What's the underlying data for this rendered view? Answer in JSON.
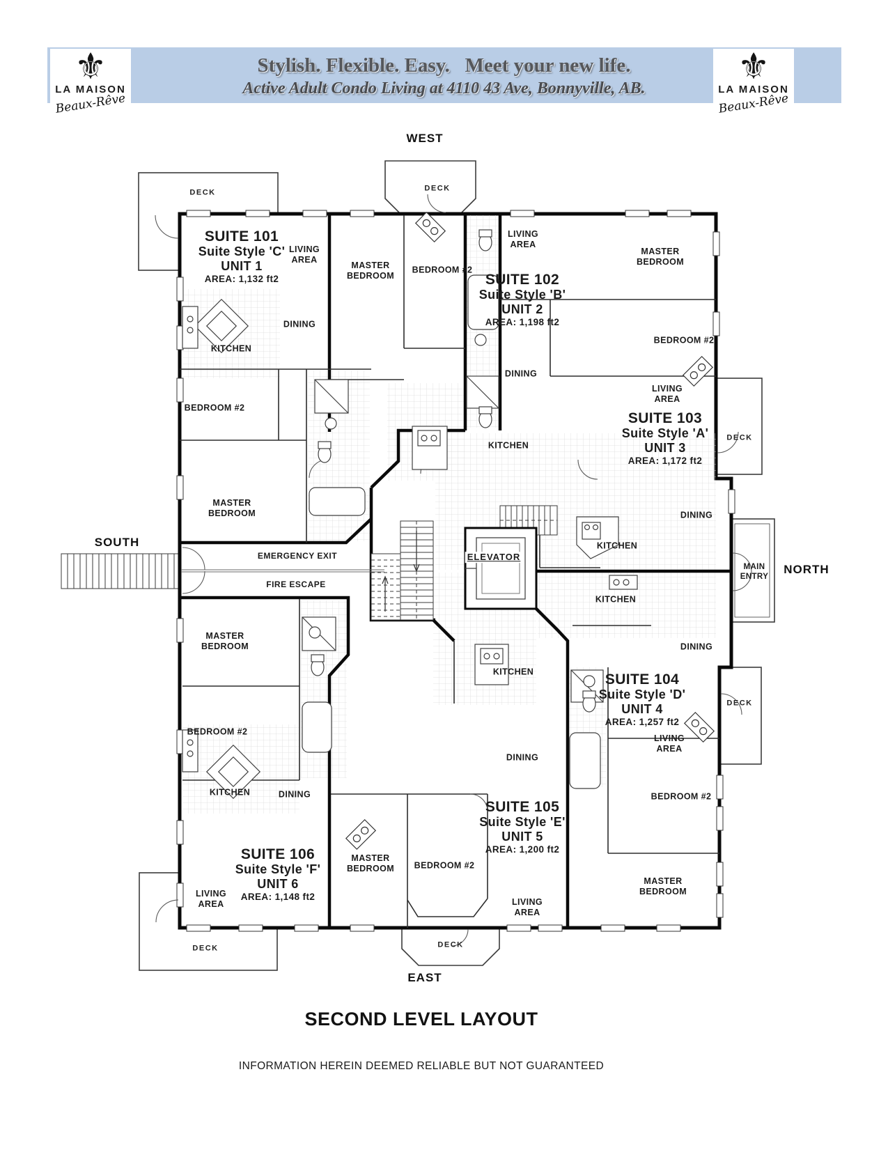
{
  "header": {
    "headline": "Stylish. Flexible. Easy.   Meet your new life.",
    "subheadline": "Active Adult Condo Living at 4110 43 Ave, Bonnyville, AB.",
    "logo_name": "LA MAISON",
    "logo_script": "Beaux-Rêve",
    "fleur_icon": "⚜"
  },
  "compass": {
    "west": "WEST",
    "south": "SOUTH",
    "north": "NORTH",
    "east": "EAST"
  },
  "labels": {
    "deck": "DECK",
    "living_area": "LIVING AREA",
    "master_bedroom": "MASTER BEDROOM",
    "bedroom2": "BEDROOM #2",
    "dining": "DINING",
    "kitchen": "KITCHEN",
    "elevator": "ELEVATOR",
    "emergency_exit": "EMERGENCY EXIT",
    "fire_escape": "FIRE ESCAPE",
    "main_entry": "MAIN ENTRY"
  },
  "suites": [
    {
      "name": "SUITE 101",
      "style": "Suite Style 'C'",
      "unit": "UNIT 1",
      "area": "AREA: 1,132 ft2"
    },
    {
      "name": "SUITE 102",
      "style": "Suite Style 'B'",
      "unit": "UNIT 2",
      "area": "AREA: 1,198 ft2"
    },
    {
      "name": "SUITE 103",
      "style": "Suite Style 'A'",
      "unit": "UNIT 3",
      "area": "AREA: 1,172 ft2"
    },
    {
      "name": "SUITE 104",
      "style": "Suite Style 'D'",
      "unit": "UNIT 4",
      "area": "AREA: 1,257 ft2"
    },
    {
      "name": "SUITE 105",
      "style": "Suite Style 'E'",
      "unit": "UNIT 5",
      "area": "AREA: 1,200 ft2"
    },
    {
      "name": "SUITE 106",
      "style": "Suite Style 'F'",
      "unit": "UNIT 6",
      "area": "AREA: 1,148 ft2"
    }
  ],
  "footer": {
    "title": "SECOND LEVEL LAYOUT",
    "disclaimer": "INFORMATION HEREIN DEEMED RELIABLE BUT NOT GUARANTEED"
  },
  "colors": {
    "banner": "#b9cde6",
    "wall": "#0a0a0a",
    "headline_text": "#55575b"
  }
}
